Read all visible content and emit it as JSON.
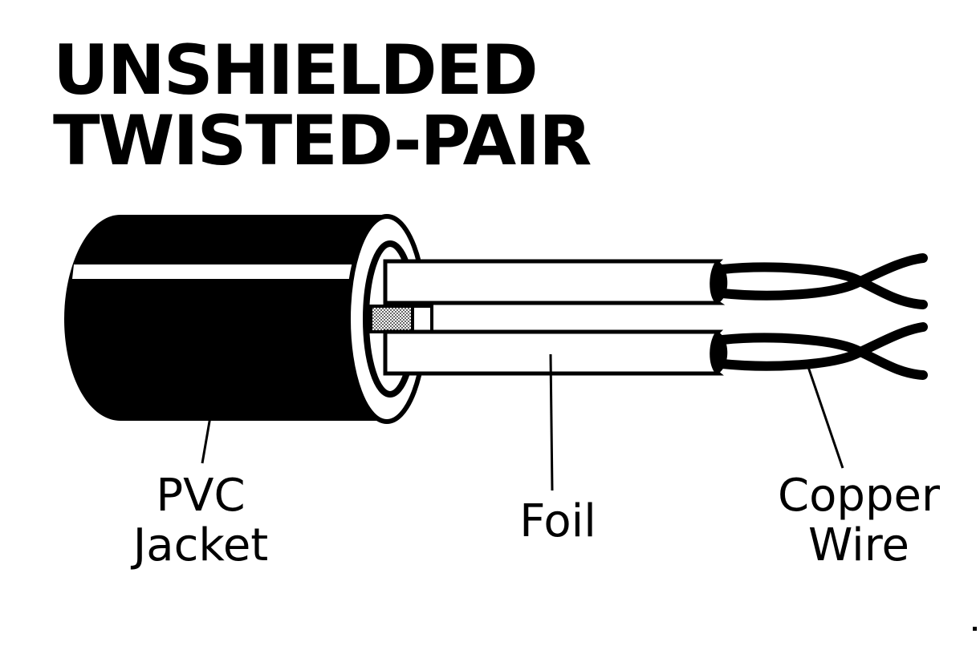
{
  "title": {
    "line1": "UNSHIELDED",
    "line2": "TWISTED-PAIR"
  },
  "labels": {
    "pvc_jacket": {
      "line1": "PVC",
      "line2": "Jacket"
    },
    "foil": "Foil",
    "copper_wire": {
      "line1": "Copper",
      "line2": "Wire"
    }
  },
  "colors": {
    "ink": "#000000",
    "paper": "#ffffff"
  }
}
